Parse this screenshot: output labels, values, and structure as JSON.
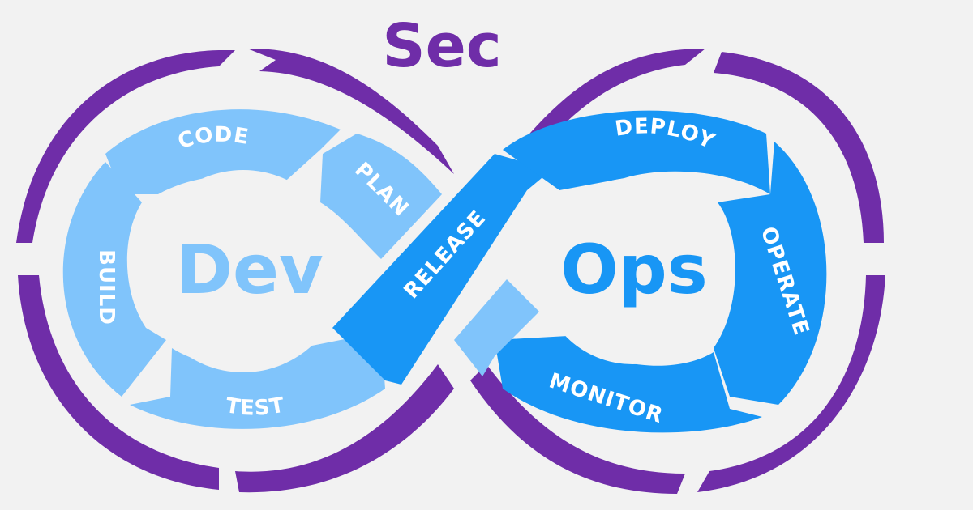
{
  "title": "Sec",
  "left_center": "Dev",
  "right_center": "Ops",
  "stages": {
    "plan": "PLAN",
    "code": "CODE",
    "build": "BUILD",
    "test": "TEST",
    "release": "RELEASE",
    "deploy": "DEPLOY",
    "operate": "OPERATE",
    "monitor": "MONITOR"
  },
  "colors": {
    "background": "#f2f2f2",
    "sec_purple": "#6f2da8",
    "dev_light_blue": "#80c4fb",
    "ops_blue": "#1896f5",
    "label_white": "#ffffff"
  }
}
